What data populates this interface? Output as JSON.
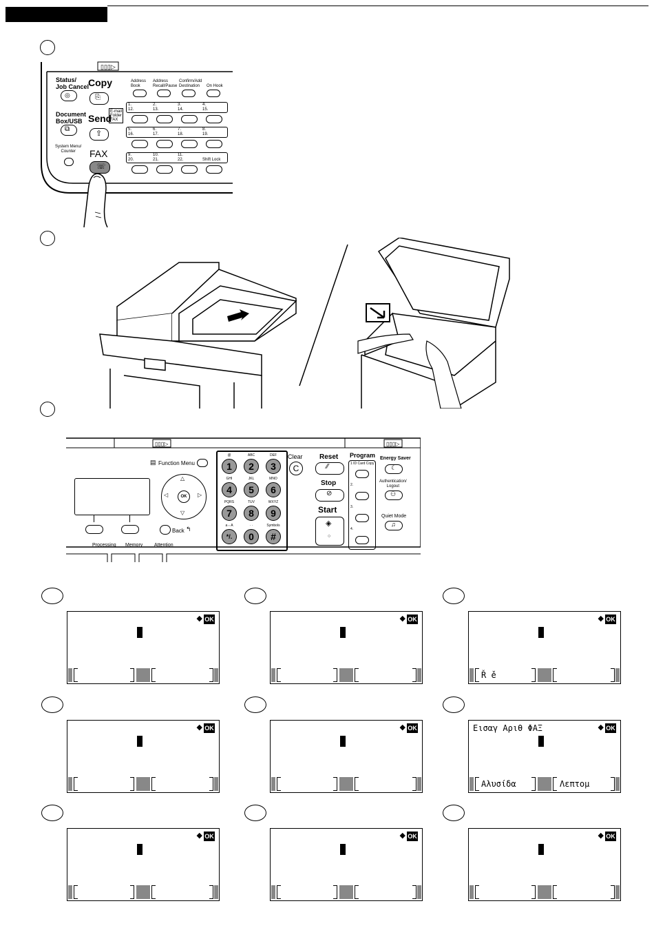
{
  "panel1": {
    "status_label": "Status/\nJob Cancel",
    "copy_label": "Copy",
    "document_box_label": "Document\nBox/USB",
    "send_label": "Send",
    "send_sub": "E-mail\nFolder\nFAX",
    "system_menu_label": "System Menu/\nCounter",
    "fax_label": "FAX",
    "top_keys": [
      "Address\nBook",
      "Address\nRecall/Pause",
      "Confirm/Add\nDestination",
      "On Hook"
    ],
    "onetouch_rows": [
      {
        "top": [
          "1.",
          "2.",
          "3.",
          "4."
        ],
        "bottom": [
          "12.",
          "13.",
          "14.",
          "15."
        ]
      },
      {
        "top": [
          "5.",
          "6.",
          "7.",
          "8."
        ],
        "bottom": [
          "16.",
          "17.",
          "18.",
          "19."
        ]
      },
      {
        "top": [
          "9.",
          "10.",
          "11.",
          ""
        ],
        "bottom": [
          "20.",
          "21.",
          "22.",
          "Shift Lock"
        ]
      }
    ]
  },
  "panel3": {
    "function_menu": "Function Menu",
    "ok_label": "OK",
    "back_label": "Back",
    "indicators": [
      "Processing",
      "Memory",
      "Attention"
    ],
    "keypad": [
      {
        "sub": "@",
        "key": "1"
      },
      {
        "sub": "ABC",
        "key": "2"
      },
      {
        "sub": "DEF",
        "key": "3"
      },
      {
        "sub": "GHI",
        "key": "4"
      },
      {
        "sub": "JKL",
        "key": "5"
      },
      {
        "sub": "MNO",
        "key": "6"
      },
      {
        "sub": "PQRS",
        "key": "7"
      },
      {
        "sub": "TUV",
        "key": "8"
      },
      {
        "sub": "WXYZ",
        "key": "9"
      },
      {
        "sub": "a⇔A",
        "key": "*/."
      },
      {
        "sub": "· ·",
        "key": "0"
      },
      {
        "sub": "Symbols",
        "key": "#"
      }
    ],
    "clear_label": "Clear",
    "clear_key": "C",
    "reset_label": "Reset",
    "stop_label": "Stop",
    "start_label": "Start",
    "program_label": "Program",
    "program_keys": [
      "1 ID Card Copy",
      "2.",
      "3.",
      "4."
    ],
    "energy_saver": "Energy Saver",
    "auth_logout": "Authentication/\nLogout",
    "quiet_mode": "Quiet Mode"
  },
  "lcd_ok": "OK",
  "lcd_arrows": "◆",
  "lcd_screens": [
    {
      "top": "",
      "left": "",
      "right": ""
    },
    {
      "top": "",
      "left": "",
      "right": ""
    },
    {
      "top": "",
      "left": "Ř  ě",
      "right": ""
    },
    {
      "top": "",
      "left": "",
      "right": ""
    },
    {
      "top": "",
      "left": "",
      "right": ""
    },
    {
      "top": "Εισαγ  Αριθ  ΦΑΞ",
      "left": "Αλυσίδα",
      "right": "Λεπτομ"
    },
    {
      "top": "",
      "left": "",
      "right": ""
    },
    {
      "top": "",
      "left": "",
      "right": ""
    },
    {
      "top": "",
      "left": "",
      "right": ""
    }
  ]
}
